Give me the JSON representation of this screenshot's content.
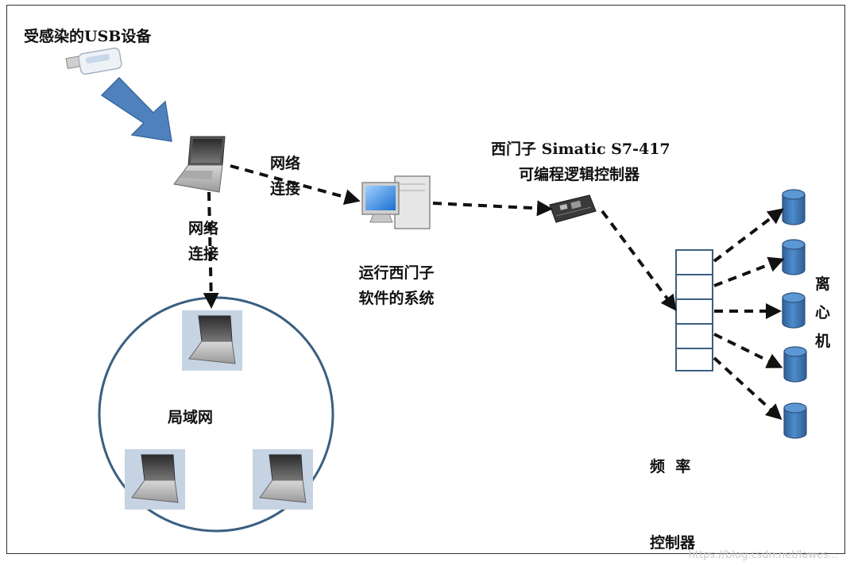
{
  "labels": {
    "usb": "受感染的USB设备",
    "net1_line1": "网络",
    "net1_line2": "连接",
    "net2_line1": "网络",
    "net2_line2": "连接",
    "plc_line1": "西门子 Simatic S7-417",
    "plc_line2": "可编程逻辑控制器",
    "system_line1": "运行西门子",
    "system_line2": "软件的系统",
    "lan": "局域网",
    "freq_line1": "频  率",
    "freq_line2": "控制器",
    "centrifuge_1": "离",
    "centrifuge_2": "心",
    "centrifuge_3": "机"
  },
  "watermark": "https://blog.csdn.net/lawes...",
  "icons": [
    "usb-drive-icon",
    "arrow-icon",
    "laptop-icon",
    "desktop-computer-icon",
    "plc-board-icon",
    "frequency-controller-icon",
    "centrifuge-icon"
  ],
  "colors": {
    "arrow_blue": "#4f81bd",
    "cylinder_blue": "#3f79b6",
    "circle_border": "#3b5f80",
    "dash": "#111111"
  }
}
